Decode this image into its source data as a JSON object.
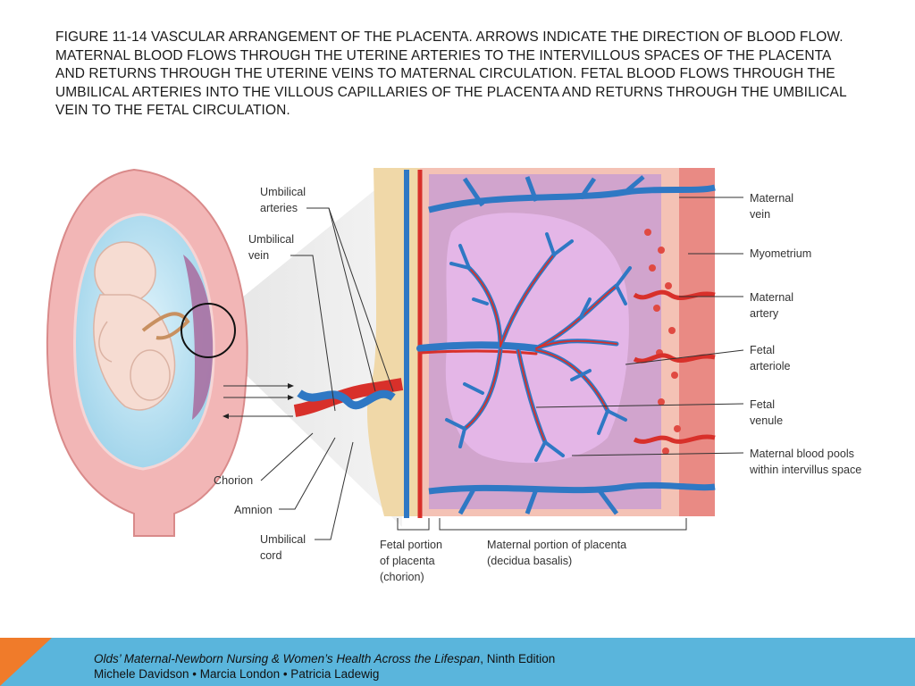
{
  "figure": {
    "caption": "Figure 11-14   Vascular arrangement of the placenta. Arrows indicate the direction of blood flow. Maternal blood flows through the uterine arteries to the intervillous spaces of the placenta and returns through the uterine veins to maternal circulation. Fetal blood flows through the umbilical arteries into the villous capillaries of the placenta and returns through the umbilical vein to the fetal circulation."
  },
  "labels": {
    "umbilical_arteries": [
      "Umbilical",
      "arteries"
    ],
    "umbilical_vein": [
      "Umbilical",
      "vein"
    ],
    "chorion": "Chorion",
    "amnion": "Amnion",
    "umbilical_cord": [
      "Umbilical",
      "cord"
    ],
    "fetal_portion": [
      "Fetal portion",
      "of placenta",
      "(chorion)"
    ],
    "maternal_portion": [
      "Maternal portion of placenta",
      "(decidua basalis)"
    ],
    "maternal_vein": [
      "Maternal",
      "vein"
    ],
    "myometrium": "Myometrium",
    "maternal_artery": [
      "Maternal",
      "artery"
    ],
    "fetal_arteriole": [
      "Fetal",
      "arteriole"
    ],
    "fetal_venule": [
      "Fetal",
      "venule"
    ],
    "maternal_blood_pools": [
      "Maternal blood pools",
      "within intervillus space"
    ]
  },
  "footer": {
    "book_title": "Olds’ Maternal-Newborn Nursing & Women’s Health Across the Lifespan",
    "edition": ", Ninth Edition",
    "authors": "Michele Davidson • Marcia London • Patricia Ladewig"
  },
  "colors": {
    "artery_red": "#d8302a",
    "vein_blue": "#2f78c4",
    "uterus_pink": "#f2b6b6",
    "intervillous_purple": "#c59ad6",
    "footer_blue": "#5ab5dc",
    "footer_orange": "#f07b2a"
  }
}
